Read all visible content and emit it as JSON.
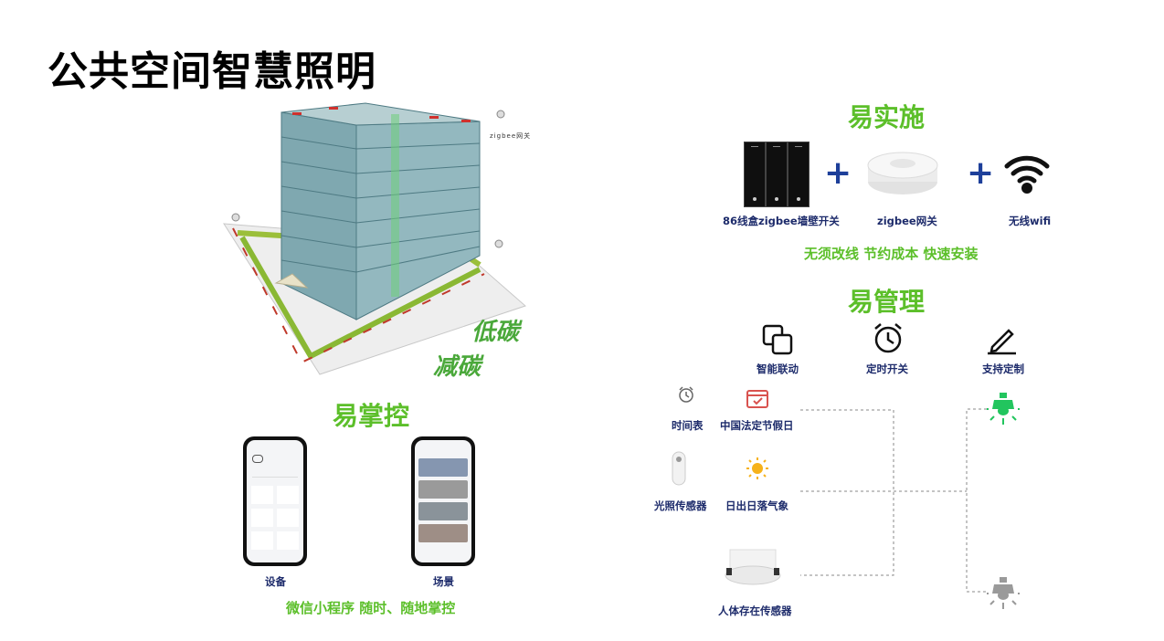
{
  "title": "公共空间智慧照明",
  "building": {
    "gateway_label": "zigbee网关",
    "slogan_1": "低碳",
    "slogan_2": "减碳"
  },
  "easy_control": {
    "heading": "易掌控",
    "phone_1_label": "设备",
    "phone_2_label": "场景",
    "subtitle": "微信小程序 随时、随地掌控"
  },
  "easy_install": {
    "heading": "易实施",
    "items": [
      {
        "label": "86线盒zigbee墙壁开关",
        "icon": "wall-switch-icon"
      },
      {
        "label": "zigbee网关",
        "icon": "zigbee-gateway-icon"
      },
      {
        "label": "无线wifi",
        "icon": "wifi-icon"
      }
    ],
    "subtitle": "无须改线 节约成本 快速安装"
  },
  "easy_manage": {
    "heading": "易管理",
    "features": [
      {
        "label": "智能联动",
        "icon": "linkage-icon"
      },
      {
        "label": "定时开关",
        "icon": "alarm-clock-icon"
      },
      {
        "label": "支持定制",
        "icon": "pen-icon"
      }
    ],
    "triggers": {
      "timetable": "时间表",
      "holiday": "中国法定节假日",
      "light_sensor": "光照传感器",
      "sunrise_sunset": "日出日落气象",
      "presence_sensor": "人体存在传感器"
    },
    "colors": {
      "lamp_on": "#22c55e",
      "lamp_off": "#9a9a9a",
      "accent": "#5cbf2a",
      "text": "#1d2b6b"
    }
  }
}
